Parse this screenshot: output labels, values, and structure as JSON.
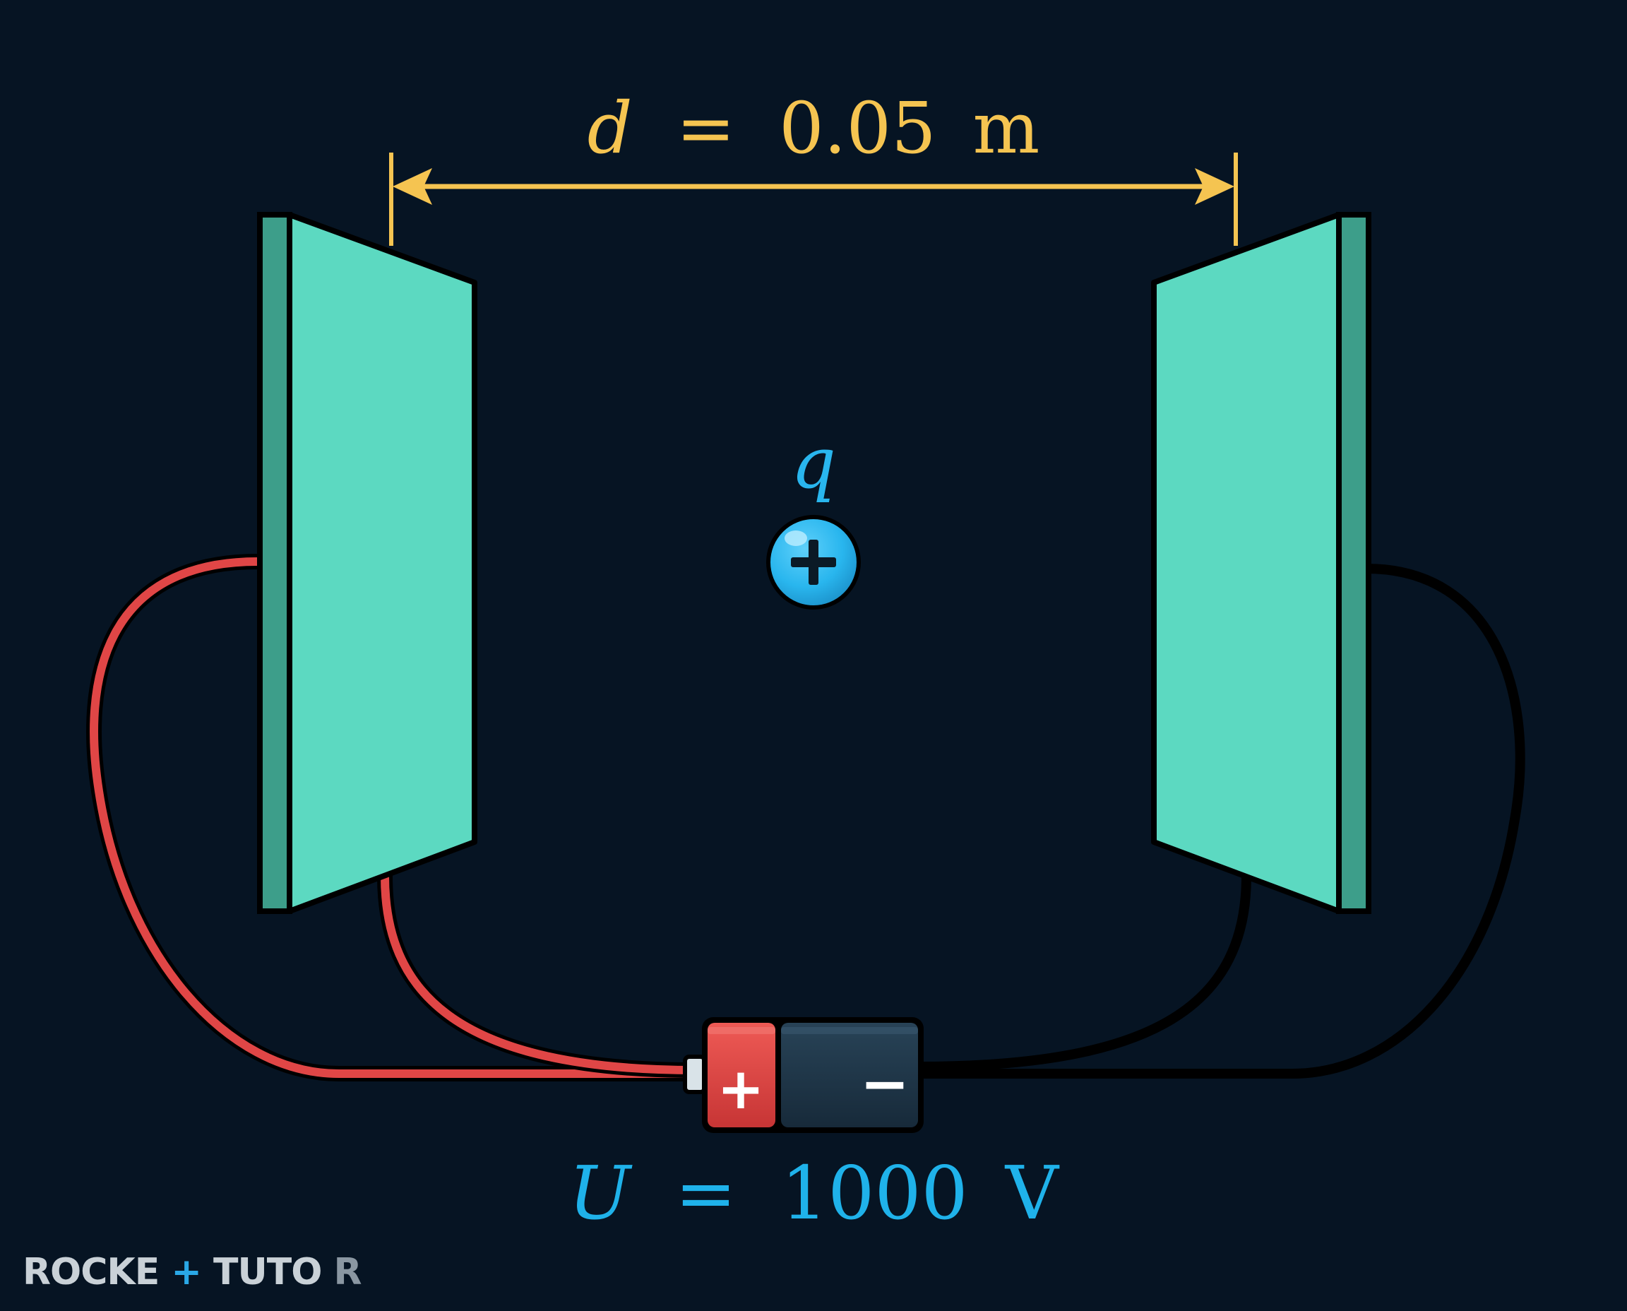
{
  "distance": {
    "symbol": "d",
    "equals": "=",
    "value": "0.05",
    "unit": "m"
  },
  "charge": {
    "symbol": "q",
    "sign": "+"
  },
  "battery": {
    "plus": "+",
    "minus": "−"
  },
  "voltage": {
    "symbol": "U",
    "equals": "=",
    "value": "1000",
    "unit": "V"
  },
  "logo": {
    "part1": "ROCKE",
    "part2": "+",
    "part3": "TUTO",
    "part4": "R"
  },
  "colors": {
    "background": "#061423",
    "plate_face": "#5cd9c1",
    "plate_edge": "#3d9e8a",
    "dimension": "#f5c451",
    "charge": "#29b6ee",
    "label_blue": "#1fb2ea",
    "wire_positive": "#e04646",
    "wire_negative": "#000000",
    "battery_positive": "#e04646",
    "battery_negative": "#1e3344"
  }
}
